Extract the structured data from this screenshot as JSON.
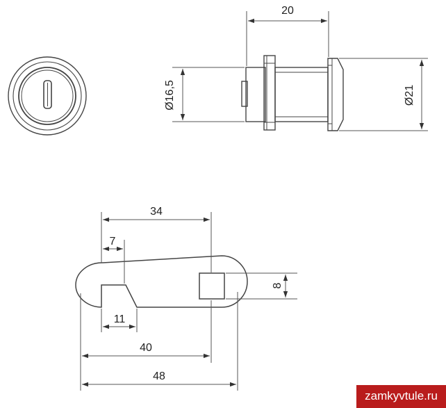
{
  "dimensions": {
    "top_length": "20",
    "inner_diameter": "Ø16,5",
    "outer_diameter": "Ø21",
    "cam_length_34": "34",
    "cam_slot_7": "7",
    "cam_square_8": "8",
    "cam_notch_11": "11",
    "cam_length_40": "40",
    "cam_length_48": "48"
  },
  "watermark": "zamkyvtule.ru",
  "colors": {
    "line": "#333333",
    "watermark_bg": "#b91c1c",
    "watermark_text": "#ffffff"
  }
}
